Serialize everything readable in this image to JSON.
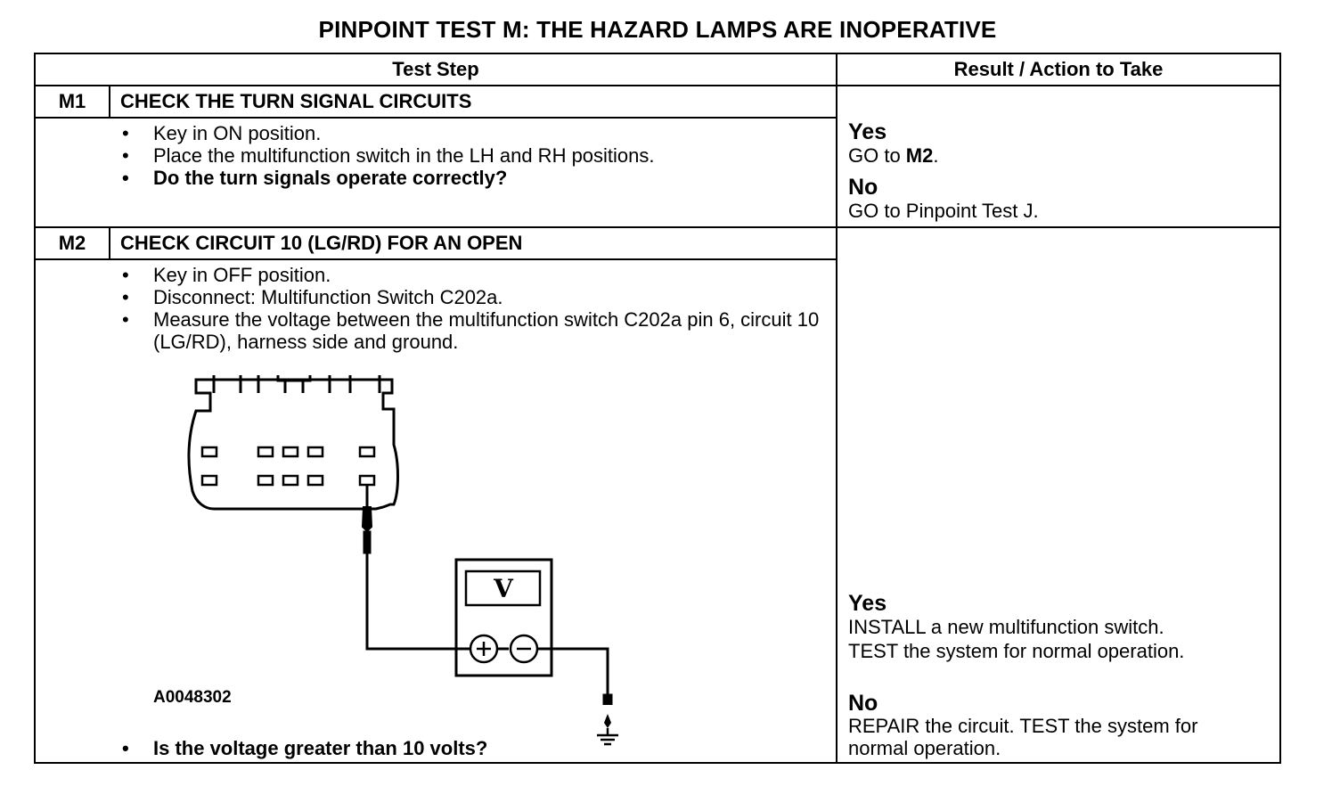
{
  "title": "PINPOINT TEST M: THE HAZARD LAMPS ARE INOPERATIVE",
  "headers": {
    "step": "Test Step",
    "result": "Result / Action to Take"
  },
  "m1": {
    "id": "M1",
    "title": "CHECK THE TURN SIGNAL CIRCUITS",
    "bullets": [
      "Key in ON position.",
      "Place the multifunction switch in the LH and RH positions.",
      "Do the turn signals operate correctly?"
    ],
    "yes_label": "Yes",
    "yes_pre": "GO to ",
    "yes_ref": "M2",
    "yes_post": ".",
    "no_label": "No",
    "no_text": "GO to Pinpoint Test J."
  },
  "m2": {
    "id": "M2",
    "title": "CHECK CIRCUIT 10 (LG/RD) FOR AN OPEN",
    "bullets": [
      "Key in OFF position.",
      "Disconnect: Multifunction Switch C202a.",
      "Measure the voltage between the multifunction switch C202a pin 6, circuit 10 (LG/RD), harness side and ground."
    ],
    "figure_id": "A0048302",
    "meter_label": "V",
    "question": "Is the voltage greater than 10 volts?",
    "yes_label": "Yes",
    "yes_text_1": "INSTALL a new multifunction switch.",
    "yes_text_2": "TEST the system for normal operation.",
    "no_label": "No",
    "no_text_1": "REPAIR the circuit. TEST the system for",
    "no_text_2": "normal operation."
  }
}
